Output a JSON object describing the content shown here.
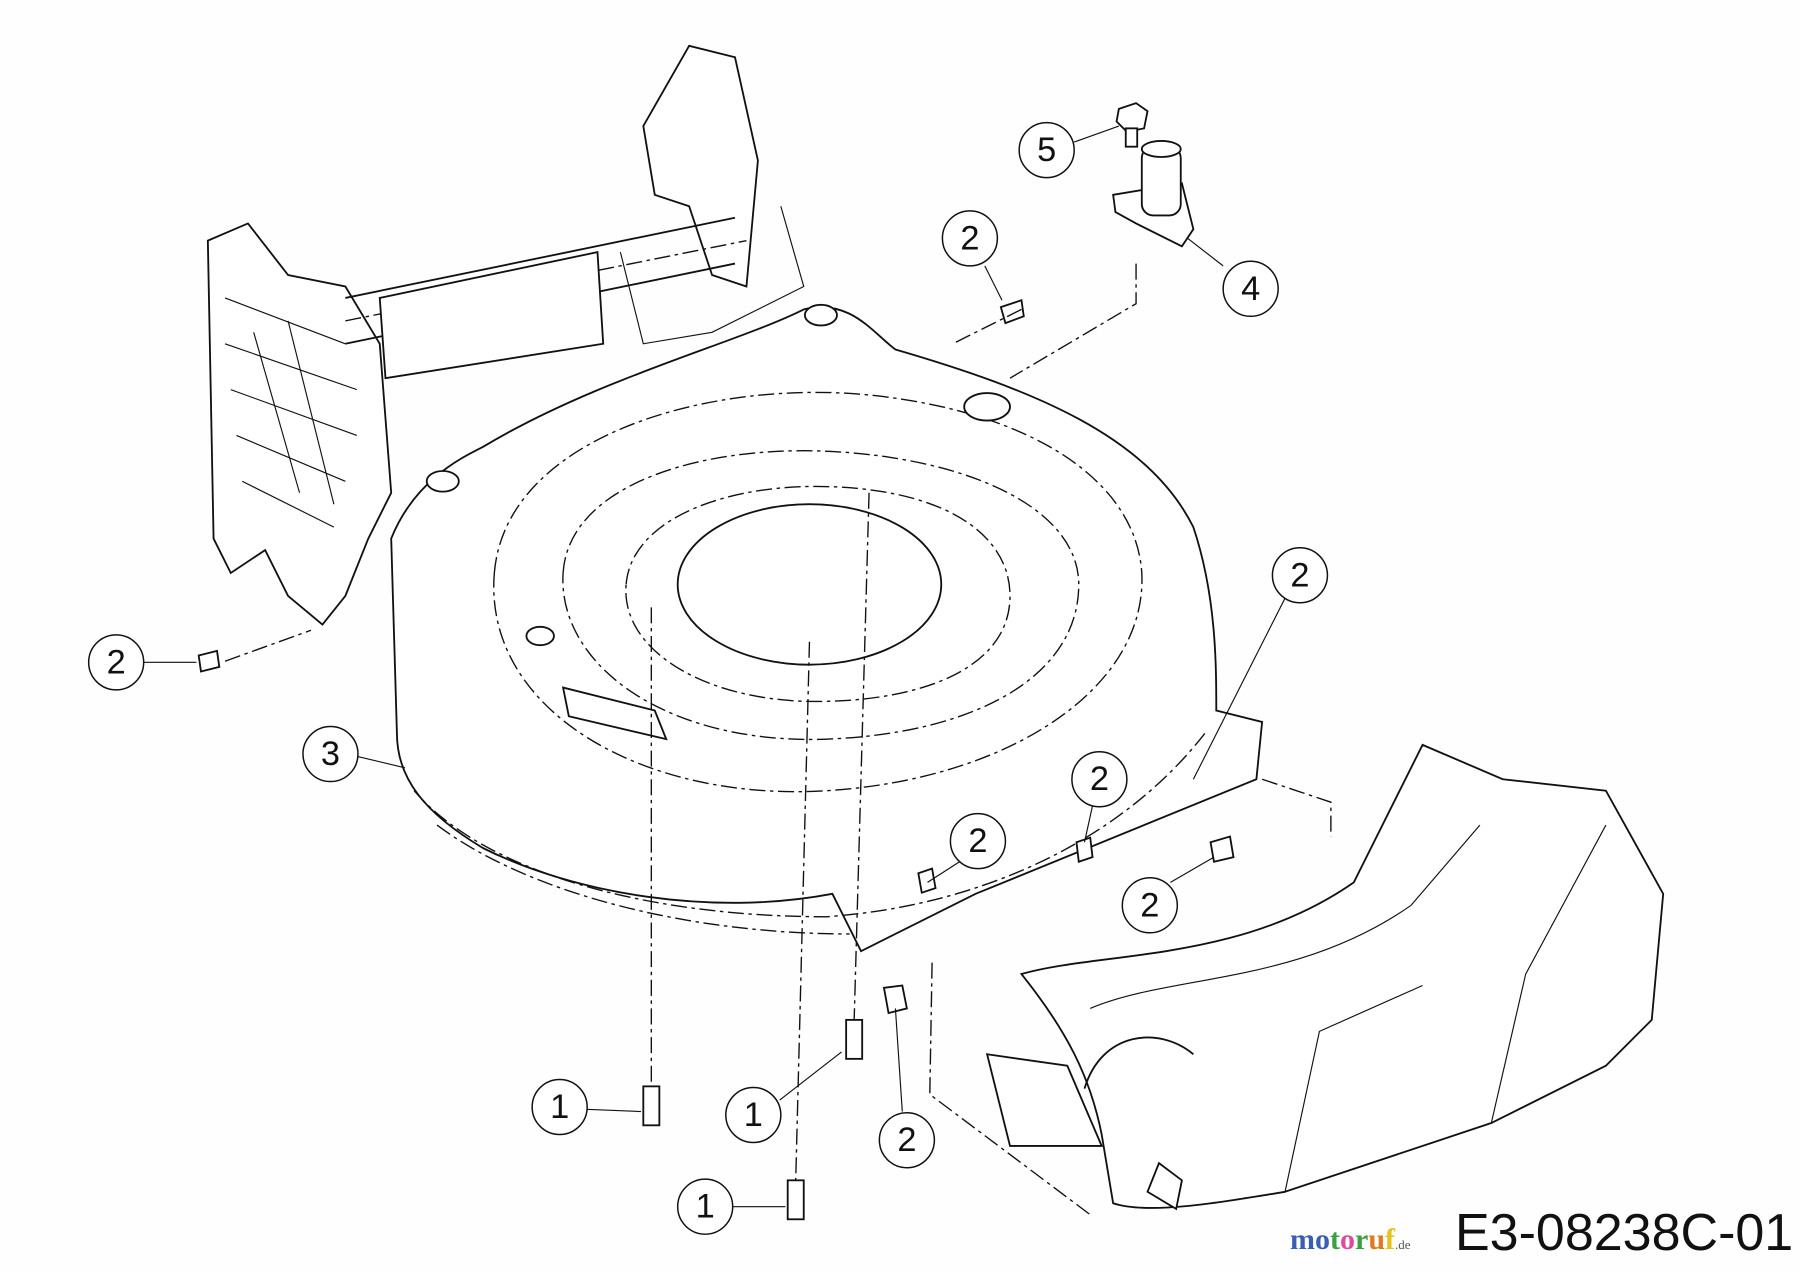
{
  "diagram": {
    "drawing_number": "E3-08238C-01",
    "watermark": {
      "letters": [
        "m",
        "o",
        "t",
        "o",
        "r",
        "u",
        "f"
      ],
      "suffix": ".de",
      "colors": [
        "#3b5fb0",
        "#3b5fb0",
        "#3aa040",
        "#e04a9a",
        "#3aa040",
        "#e07a20",
        "#e8c020"
      ]
    },
    "callouts": [
      {
        "label": "5",
        "part": "bolt"
      },
      {
        "label": "2",
        "part": "rivet-top"
      },
      {
        "label": "4",
        "part": "wash-port"
      },
      {
        "label": "2",
        "part": "rivet-left"
      },
      {
        "label": "2",
        "part": "rivet-right"
      },
      {
        "label": "3",
        "part": "deck"
      },
      {
        "label": "2",
        "part": "rivet-front-right"
      },
      {
        "label": "2",
        "part": "rivet-front"
      },
      {
        "label": "2",
        "part": "rivet-chute"
      },
      {
        "label": "1",
        "part": "blade-bolt-left"
      },
      {
        "label": "1",
        "part": "blade-bolt-mid"
      },
      {
        "label": "2",
        "part": "rivet-bottom"
      },
      {
        "label": "1",
        "part": "blade-bolt-bottom"
      }
    ]
  }
}
